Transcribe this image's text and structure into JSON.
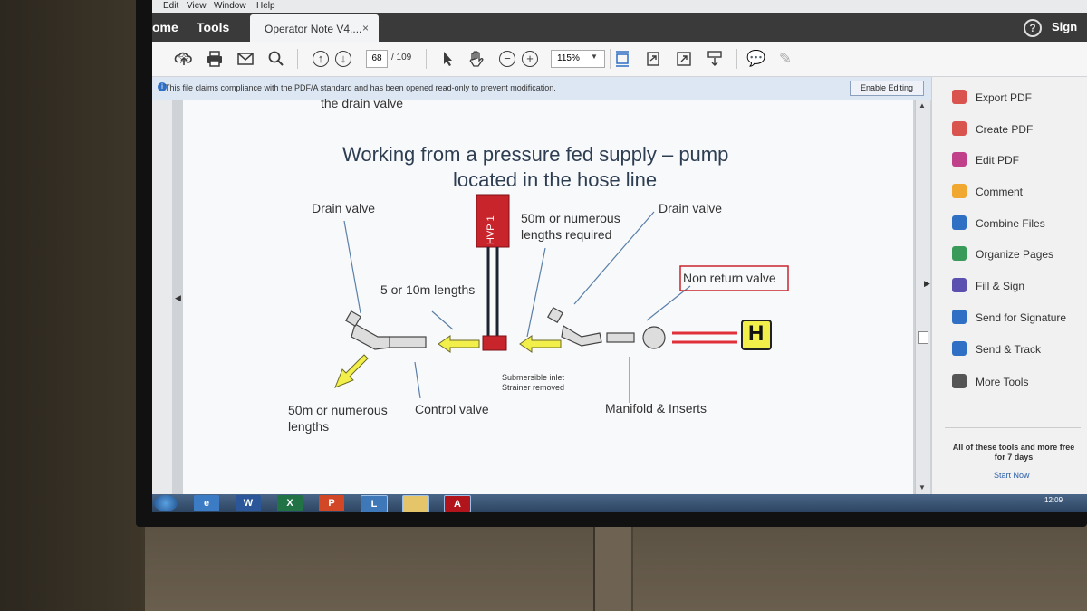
{
  "menubar": {
    "edit": "Edit",
    "view": "View",
    "window": "Window",
    "help": "Help"
  },
  "tabs": {
    "home": "ome",
    "tools": "Tools",
    "document": "Operator Note V4....",
    "close": "×"
  },
  "header": {
    "help_icon": "?",
    "sign": "Sign"
  },
  "toolbar": {
    "page_current": "68",
    "page_total": "/ 109",
    "zoom": "115%"
  },
  "notice": {
    "text": "This file claims compliance with the PDF/A standard and has been opened read-only to prevent modification.",
    "button": "Enable Editing"
  },
  "slide": {
    "partial_top": "the drain valve",
    "title_line1": "Working from a pressure fed supply – pump",
    "title_line2": "located in the hose line",
    "drain_valve_left": "Drain valve",
    "drain_valve_right": "Drain valve",
    "pump_label": "HVP 1",
    "lengths_required": "50m or numerous\nlengths required",
    "hose_lengths": "5 or 10m lengths",
    "non_return_valve": "Non return valve",
    "hydrant": "H",
    "submersible": "Submersible inlet\nStrainer removed",
    "numerous_lengths": "50m or numerous\nlengths",
    "control_valve": "Control valve",
    "manifold": "Manifold & Inserts"
  },
  "tools": [
    {
      "label": "Export PDF",
      "color": "#d9534f"
    },
    {
      "label": "Create PDF",
      "color": "#d9534f"
    },
    {
      "label": "Edit PDF",
      "color": "#c0408a"
    },
    {
      "label": "Comment",
      "color": "#f0a830"
    },
    {
      "label": "Combine Files",
      "color": "#2f6fc4"
    },
    {
      "label": "Organize Pages",
      "color": "#3a9a5a"
    },
    {
      "label": "Fill & Sign",
      "color": "#5b4fb0"
    },
    {
      "label": "Send for Signature",
      "color": "#2f6fc4"
    },
    {
      "label": "Send & Track",
      "color": "#2f6fc4"
    },
    {
      "label": "More Tools",
      "color": "#555555"
    }
  ],
  "promo": {
    "text": "All of these tools and more free for 7 days",
    "link": "Start Now"
  },
  "taskbar": {
    "clock": "12:09"
  }
}
